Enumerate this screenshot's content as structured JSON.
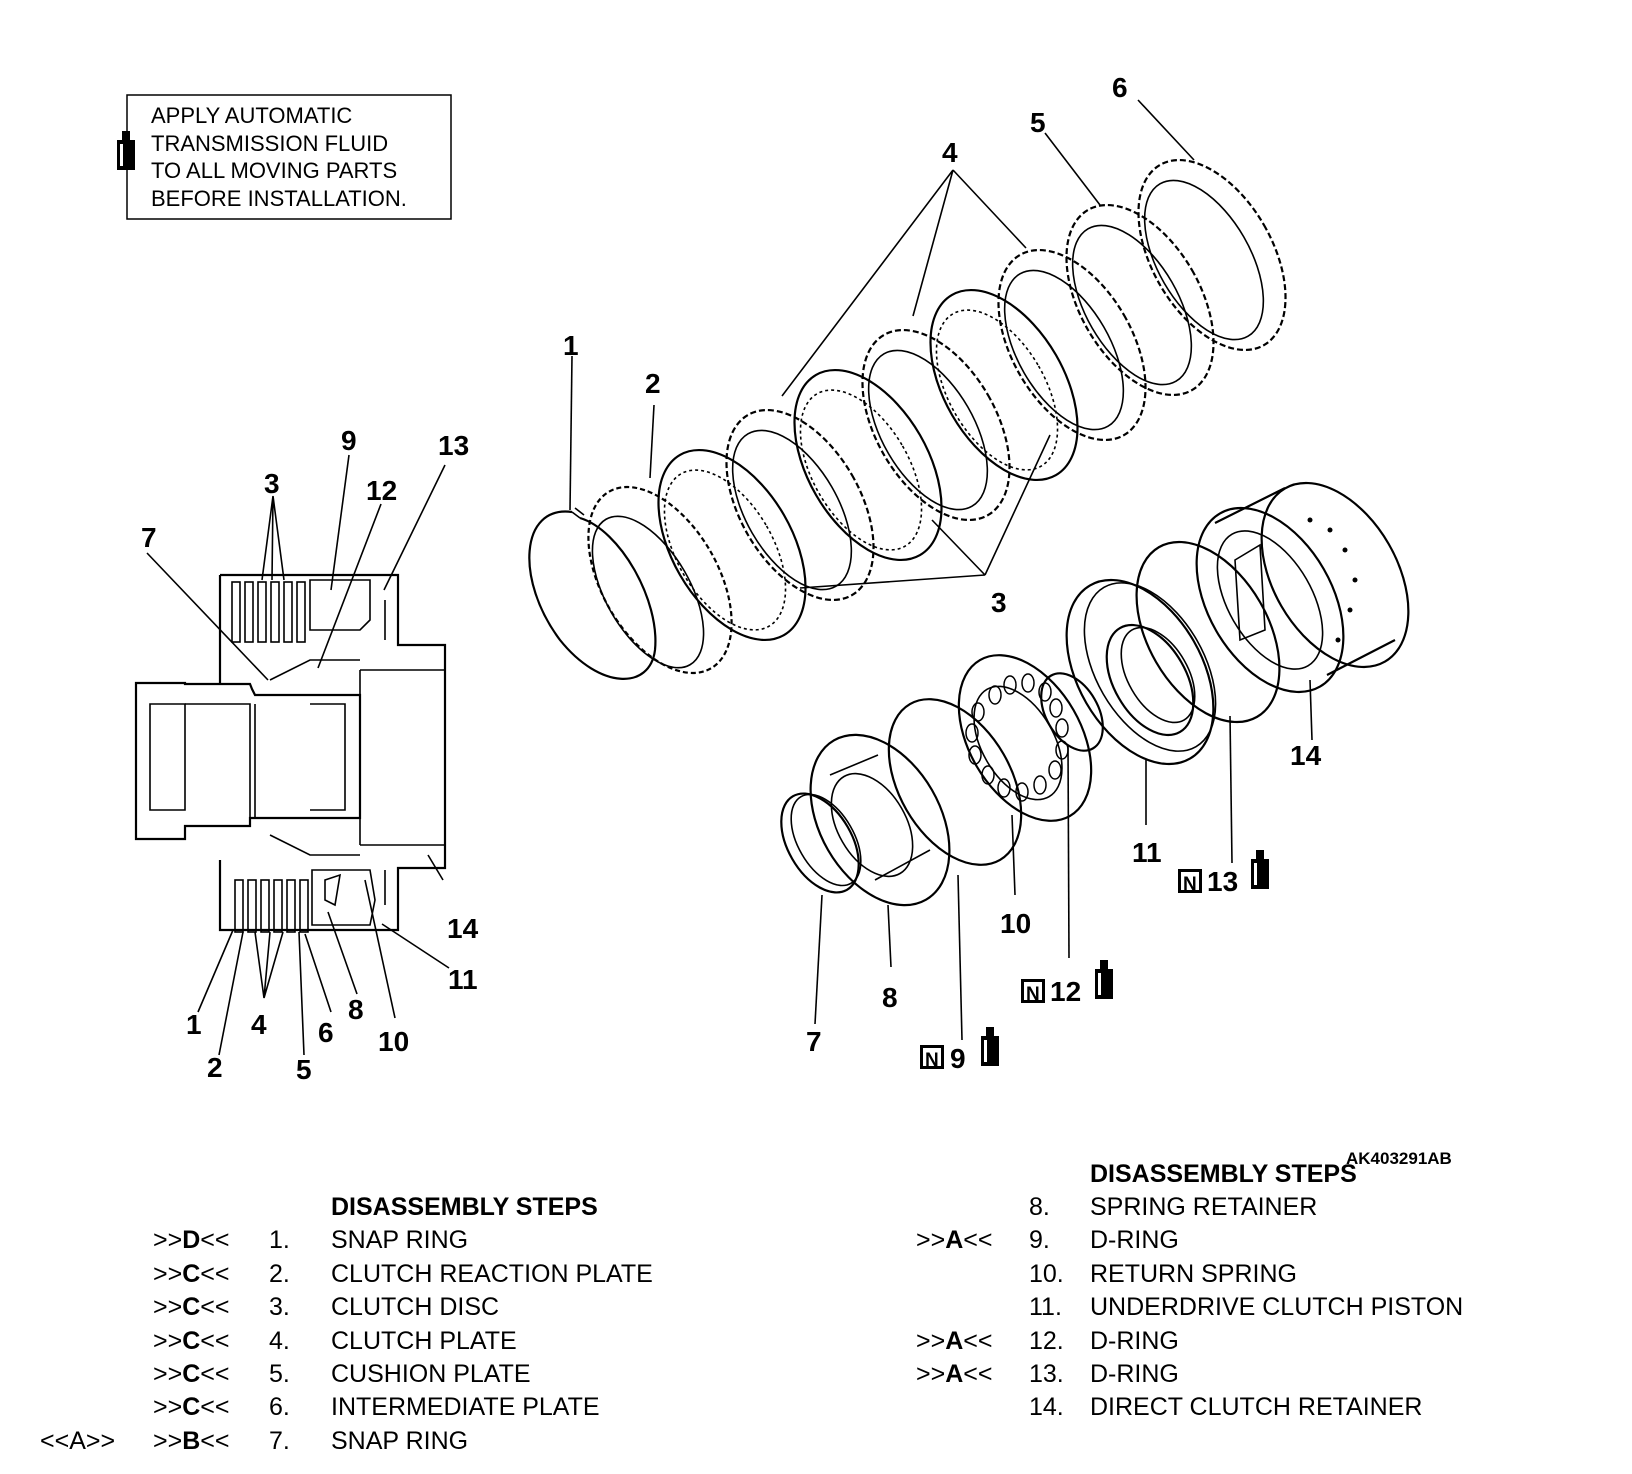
{
  "note": {
    "lines": [
      "APPLY AUTOMATIC",
      "TRANSMISSION FLUID",
      "TO ALL MOVING PARTS",
      "BEFORE INSTALLATION."
    ]
  },
  "figure_id": "AK403291AB",
  "callouts": {
    "section": {
      "c1": "1",
      "c2": "2",
      "c3": "3",
      "c4": "4",
      "c5": "5",
      "c6": "6",
      "c7": "7",
      "c8": "8",
      "c9": "9",
      "c10": "10",
      "c11": "11",
      "c12": "12",
      "c13": "13",
      "c14": "14"
    },
    "exploded": {
      "c1": "1",
      "c2": "2",
      "c3": "3",
      "c4": "4",
      "c5": "5",
      "c6": "6",
      "c7": "7",
      "c8": "8",
      "c9": "9",
      "c10": "10",
      "c11": "11",
      "c12": "12",
      "c13": "13",
      "c14": "14"
    },
    "n_symbol": "N"
  },
  "steps_left": {
    "heading": "DISASSEMBLY STEPS",
    "items": [
      {
        "pre": "",
        "mark_l": ">>",
        "mark_c": "D",
        "mark_r": "<<",
        "num": "1.",
        "name": "SNAP RING"
      },
      {
        "pre": "",
        "mark_l": ">>",
        "mark_c": "C",
        "mark_r": "<<",
        "num": "2.",
        "name": "CLUTCH REACTION PLATE"
      },
      {
        "pre": "",
        "mark_l": ">>",
        "mark_c": "C",
        "mark_r": "<<",
        "num": "3.",
        "name": "CLUTCH DISC"
      },
      {
        "pre": "",
        "mark_l": ">>",
        "mark_c": "C",
        "mark_r": "<<",
        "num": "4.",
        "name": "CLUTCH PLATE"
      },
      {
        "pre": "",
        "mark_l": ">>",
        "mark_c": "C",
        "mark_r": "<<",
        "num": "5.",
        "name": "CUSHION PLATE"
      },
      {
        "pre": "",
        "mark_l": ">>",
        "mark_c": "C",
        "mark_r": "<<",
        "num": "6.",
        "name": "INTERMEDIATE PLATE"
      },
      {
        "pre": "<<A>>",
        "mark_l": ">>",
        "mark_c": "B",
        "mark_r": "<<",
        "num": "7.",
        "name": "SNAP RING"
      }
    ]
  },
  "steps_right": {
    "heading": "DISASSEMBLY STEPS",
    "items": [
      {
        "mark_l": "",
        "mark_c": "",
        "mark_r": "",
        "num": "8.",
        "name": "SPRING RETAINER"
      },
      {
        "mark_l": ">>",
        "mark_c": "A",
        "mark_r": "<<",
        "num": "9.",
        "name": "D-RING"
      },
      {
        "mark_l": "",
        "mark_c": "",
        "mark_r": "",
        "num": "10.",
        "name": "RETURN SPRING"
      },
      {
        "mark_l": "",
        "mark_c": "",
        "mark_r": "",
        "num": "11.",
        "name": "UNDERDRIVE CLUTCH PISTON"
      },
      {
        "mark_l": ">>",
        "mark_c": "A",
        "mark_r": "<<",
        "num": "12.",
        "name": "D-RING"
      },
      {
        "mark_l": ">>",
        "mark_c": "A",
        "mark_r": "<<",
        "num": "13.",
        "name": "D-RING"
      },
      {
        "mark_l": "",
        "mark_c": "",
        "mark_r": "",
        "num": "14.",
        "name": "DIRECT CLUTCH RETAINER"
      }
    ]
  }
}
